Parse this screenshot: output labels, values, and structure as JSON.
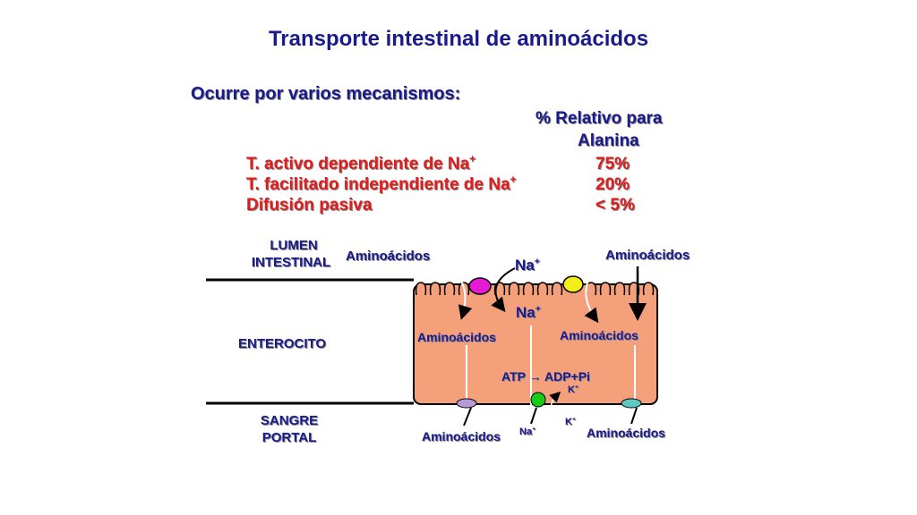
{
  "title": "Transporte intestinal de aminoácidos",
  "subtitle": "Ocurre por varios mecanismos:",
  "table_header": {
    "line1": "% Relativo para",
    "line2": "Alanina"
  },
  "mechanisms": [
    {
      "label": "T. activo dependiente de Na",
      "sup": "+",
      "value": "75%"
    },
    {
      "label": "T. facilitado independiente de Na",
      "sup": "+",
      "value": "20%"
    },
    {
      "label": "Difusión pasiva",
      "sup": "",
      "value": "< 5%"
    }
  ],
  "regions": {
    "lumen_1": "LUMEN",
    "lumen_2": "INTESTINAL",
    "enterocito": "ENTEROCITO",
    "sangre_1": "SANGRE",
    "sangre_2": "PORTAL"
  },
  "diagram": {
    "amino_lumen_left": "Aminoácidos",
    "amino_lumen_right": "Aminoácidos",
    "na_lumen": "Na",
    "na_cell": "Na",
    "amino_cell_left": "Aminoácidos",
    "amino_cell_right": "Aminoácidos",
    "atp": "ATP → ADP+Pi",
    "k_in": "K",
    "k_out": "K",
    "na_out": "Na",
    "amino_blood_left": "Aminoácidos",
    "amino_blood_right": "Aminoácidos",
    "plus": "+"
  },
  "colors": {
    "cell": "#f4a07a",
    "na_amino_transporter": "#e619d6",
    "facilitated_transporter": "#f2ee1a",
    "na_k_pump": "#17cc17",
    "basolateral_left": "#b89ad8",
    "basolateral_right": "#5cc9c4",
    "text_blue": "#1a1a8c",
    "text_red": "#e31b1b"
  }
}
